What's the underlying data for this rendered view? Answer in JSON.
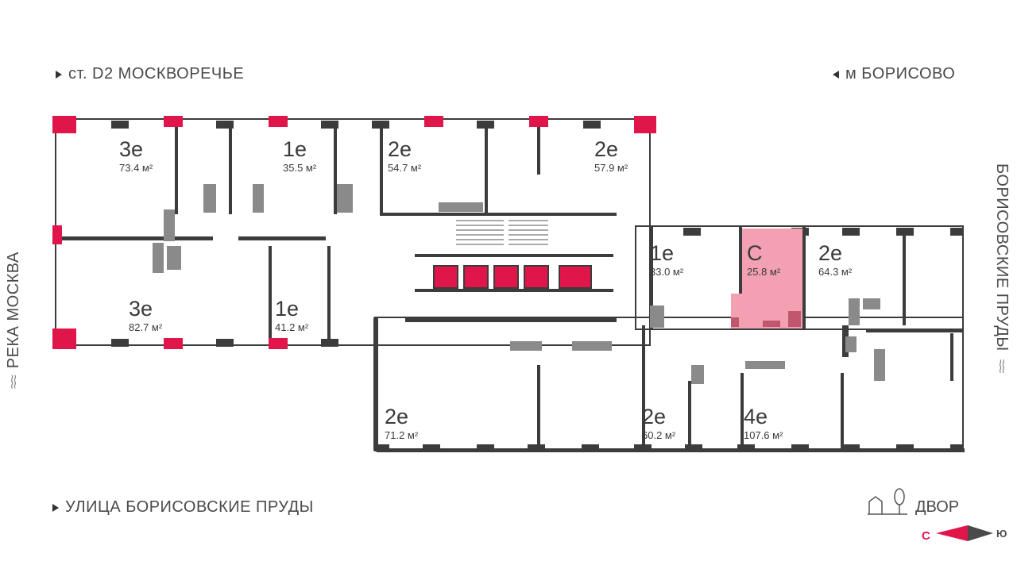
{
  "labels": {
    "top_left": "ст. D2 МОСКВОРЕЧЬЕ",
    "top_right": "м БОРИСОВО",
    "bottom_left": "УЛИЦА БОРИСОВСКИЕ ПРУДЫ",
    "left_vertical": "РЕКА МОСКВА",
    "right_vertical": "БОРИСОВСКИЕ ПРУДЫ",
    "yard": "ДВОР",
    "compass_north": "С",
    "compass_south": "Ю"
  },
  "apartments": [
    {
      "type": "3е",
      "area": "73.4 м²"
    },
    {
      "type": "1е",
      "area": "35.5 м²"
    },
    {
      "type": "2е",
      "area": "54.7 м²"
    },
    {
      "type": "2е",
      "area": "57.9 м²"
    },
    {
      "type": "3е",
      "area": "82.7 м²"
    },
    {
      "type": "1е",
      "area": "41.2 м²"
    },
    {
      "type": "1е",
      "area": "33.0 м²"
    },
    {
      "type": "С",
      "area": "25.8 м²",
      "highlighted": true
    },
    {
      "type": "2е",
      "area": "64.3 м²"
    },
    {
      "type": "2е",
      "area": "71.2 м²"
    },
    {
      "type": "2е",
      "area": "60.2 м²"
    },
    {
      "type": "4е",
      "area": "107.6 м²"
    }
  ],
  "colors": {
    "accent": "#e0154a",
    "highlight": "#f2a0b2",
    "wall": "#3c3c3c",
    "fixture": "#8a8a8a"
  },
  "icons": {
    "left_wave": "wave-icon",
    "right_wave": "wave-icon",
    "yard": "playground-icon",
    "compass": "compass-arrow-icon"
  }
}
